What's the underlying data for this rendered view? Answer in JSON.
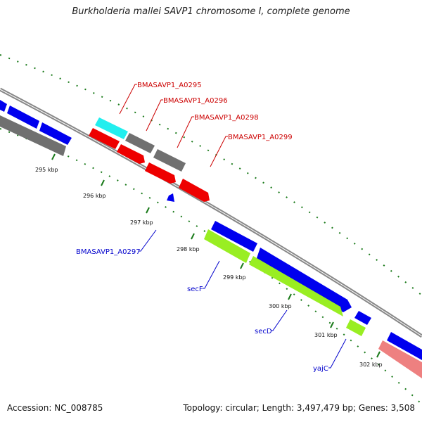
{
  "title": "Burkholderia mallei SAVP1 chromosome I, complete genome",
  "footer": {
    "accession": "Accession: NC_008785",
    "topology": "Topology: circular; Length: 3,497,479 bp; Genes: 3,508"
  },
  "colors": {
    "red_label": "#cc0000",
    "blue_label": "#0000cc",
    "feature_blue": "#0000ee",
    "feature_grey": "#707070",
    "feature_red": "#ee0000",
    "feature_cyan": "#22eeee",
    "feature_green": "#99ee22",
    "feature_pink": "#ee8080",
    "tick_green": "#1a7a1a",
    "backbone": "#888888"
  },
  "ticks": [
    "295 kbp",
    "296 kbp",
    "297 kbp",
    "298 kbp",
    "299 kbp",
    "300 kbp",
    "301 kbp",
    "302 kbp"
  ],
  "labels": {
    "a0295": "BMASAVP1_A0295",
    "a0296": "BMASAVP1_A0296",
    "a0298": "BMASAVP1_A0298",
    "a0299": "BMASAVP1_A0299",
    "a0297": "BMASAVP1_A0297",
    "secf": "secF",
    "secd": "secD",
    "yajc": "yajC"
  }
}
